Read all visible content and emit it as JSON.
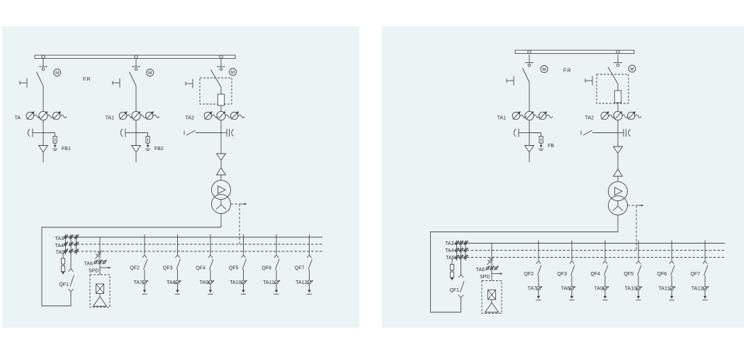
{
  "colors": {
    "page_bg": "#ffffff",
    "panel_bg": "#ecf3f5",
    "line": "#474747",
    "text": "#2e2e2e"
  },
  "left": {
    "fr": "F.R",
    "motor": "M",
    "bays": [
      {
        "ct": "TA",
        "fuse": "FB1"
      },
      {
        "ct": "TA1",
        "fuse": "FB2"
      },
      {
        "ct": "TA2"
      }
    ],
    "lv": {
      "rows": [
        "TA3",
        "TA4",
        "TA5"
      ],
      "incomer": "QF1",
      "spd_ct": "TA6",
      "spd": "SPD",
      "feeders": [
        {
          "qf": "QF2",
          "ta": "TA7"
        },
        {
          "qf": "QF3",
          "ta": "TA8"
        },
        {
          "qf": "QF4",
          "ta": "TA9"
        },
        {
          "qf": "QF5",
          "ta": "TA10"
        },
        {
          "qf": "QF6",
          "ta": "TA11"
        },
        {
          "qf": "QF7",
          "ta": "TA12"
        }
      ]
    }
  },
  "right": {
    "fr": "F.R",
    "motor": "M",
    "bays": [
      {
        "ct": "TA1",
        "fuse": "FB"
      },
      {
        "ct": "TA2"
      }
    ],
    "lv": {
      "rows": [
        "TA3",
        "TA4",
        "TA5"
      ],
      "incomer": "QF1",
      "spd_ct": "TA6",
      "spd": "SPD",
      "feeders": [
        {
          "qf": "QF2",
          "ta": "TA7"
        },
        {
          "qf": "QF3",
          "ta": "TA8"
        },
        {
          "qf": "QF4",
          "ta": "TA9"
        },
        {
          "qf": "QF5",
          "ta": "TA10"
        },
        {
          "qf": "QF6",
          "ta": "TA11"
        },
        {
          "qf": "QF7",
          "ta": "TA12"
        }
      ]
    }
  }
}
